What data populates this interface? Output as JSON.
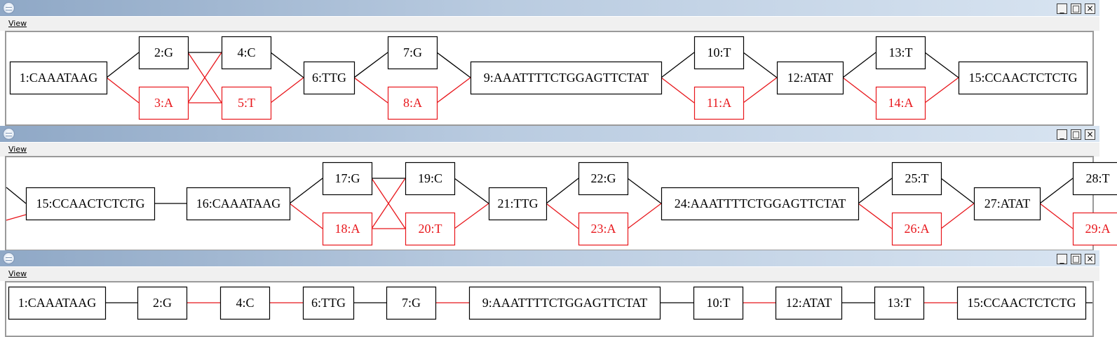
{
  "colors": {
    "black": "#000000",
    "red": "#e8161b"
  },
  "windows": [
    {
      "menu_label": "View",
      "min_symbol": "_",
      "max_symbol": "□",
      "close_symbol": "×",
      "nodes": [
        {
          "id": "n1",
          "label": "1:CAAATAAG",
          "color": "black"
        },
        {
          "id": "n2",
          "label": "2:G",
          "color": "black"
        },
        {
          "id": "n3",
          "label": "3:A",
          "color": "red"
        },
        {
          "id": "n4",
          "label": "4:C",
          "color": "black"
        },
        {
          "id": "n5",
          "label": "5:T",
          "color": "red"
        },
        {
          "id": "n6",
          "label": "6:TTG",
          "color": "black"
        },
        {
          "id": "n7",
          "label": "7:G",
          "color": "black"
        },
        {
          "id": "n8",
          "label": "8:A",
          "color": "red"
        },
        {
          "id": "n9",
          "label": "9:AAATTTTCTGGAGTTCTAT",
          "color": "black"
        },
        {
          "id": "n10",
          "label": "10:T",
          "color": "black"
        },
        {
          "id": "n11",
          "label": "11:A",
          "color": "red"
        },
        {
          "id": "n12",
          "label": "12:ATAT",
          "color": "black"
        },
        {
          "id": "n13",
          "label": "13:T",
          "color": "black"
        },
        {
          "id": "n14",
          "label": "14:A",
          "color": "red"
        },
        {
          "id": "n15",
          "label": "15:CCAACTCTCTG",
          "color": "black"
        }
      ],
      "edges": [
        {
          "from": "n1",
          "to": "n2",
          "color": "black"
        },
        {
          "from": "n1",
          "to": "n3",
          "color": "red"
        },
        {
          "from": "n2",
          "to": "n4",
          "color": "black"
        },
        {
          "from": "n2",
          "to": "n5",
          "color": "red"
        },
        {
          "from": "n3",
          "to": "n4",
          "color": "red"
        },
        {
          "from": "n3",
          "to": "n5",
          "color": "red"
        },
        {
          "from": "n4",
          "to": "n6",
          "color": "black"
        },
        {
          "from": "n5",
          "to": "n6",
          "color": "red"
        },
        {
          "from": "n6",
          "to": "n7",
          "color": "black"
        },
        {
          "from": "n6",
          "to": "n8",
          "color": "red"
        },
        {
          "from": "n7",
          "to": "n9",
          "color": "black"
        },
        {
          "from": "n8",
          "to": "n9",
          "color": "red"
        },
        {
          "from": "n9",
          "to": "n10",
          "color": "black"
        },
        {
          "from": "n9",
          "to": "n11",
          "color": "red"
        },
        {
          "from": "n10",
          "to": "n12",
          "color": "black"
        },
        {
          "from": "n11",
          "to": "n12",
          "color": "red"
        },
        {
          "from": "n12",
          "to": "n13",
          "color": "black"
        },
        {
          "from": "n12",
          "to": "n14",
          "color": "red"
        },
        {
          "from": "n13",
          "to": "n15",
          "color": "black"
        },
        {
          "from": "n14",
          "to": "n15",
          "color": "red"
        }
      ]
    },
    {
      "menu_label": "View",
      "min_symbol": "_",
      "max_symbol": "□",
      "close_symbol": "×",
      "nodes": [
        {
          "id": "m15",
          "label": "15:CCAACTCTCTG",
          "color": "black"
        },
        {
          "id": "m16",
          "label": "16:CAAATAAG",
          "color": "black"
        },
        {
          "id": "m17",
          "label": "17:G",
          "color": "black"
        },
        {
          "id": "m18",
          "label": "18:A",
          "color": "red"
        },
        {
          "id": "m19",
          "label": "19:C",
          "color": "black"
        },
        {
          "id": "m20",
          "label": "20:T",
          "color": "red"
        },
        {
          "id": "m21",
          "label": "21:TTG",
          "color": "black"
        },
        {
          "id": "m22",
          "label": "22:G",
          "color": "black"
        },
        {
          "id": "m23",
          "label": "23:A",
          "color": "red"
        },
        {
          "id": "m24",
          "label": "24:AAATTTTCTGGAGTTCTAT",
          "color": "black"
        },
        {
          "id": "m25",
          "label": "25:T",
          "color": "black"
        },
        {
          "id": "m26",
          "label": "26:A",
          "color": "red"
        },
        {
          "id": "m27",
          "label": "27:ATAT",
          "color": "black"
        },
        {
          "id": "m28",
          "label": "28:T",
          "color": "black"
        },
        {
          "id": "m29",
          "label": "29:A",
          "color": "red"
        }
      ],
      "edges": [
        {
          "from": "m15",
          "to": "m16",
          "color": "black"
        },
        {
          "from": "m16",
          "to": "m17",
          "color": "black"
        },
        {
          "from": "m16",
          "to": "m18",
          "color": "red"
        },
        {
          "from": "m17",
          "to": "m19",
          "color": "black"
        },
        {
          "from": "m17",
          "to": "m20",
          "color": "red"
        },
        {
          "from": "m18",
          "to": "m19",
          "color": "red"
        },
        {
          "from": "m18",
          "to": "m20",
          "color": "red"
        },
        {
          "from": "m19",
          "to": "m21",
          "color": "black"
        },
        {
          "from": "m20",
          "to": "m21",
          "color": "red"
        },
        {
          "from": "m21",
          "to": "m22",
          "color": "black"
        },
        {
          "from": "m21",
          "to": "m23",
          "color": "red"
        },
        {
          "from": "m22",
          "to": "m24",
          "color": "black"
        },
        {
          "from": "m23",
          "to": "m24",
          "color": "red"
        },
        {
          "from": "m24",
          "to": "m25",
          "color": "black"
        },
        {
          "from": "m24",
          "to": "m26",
          "color": "red"
        },
        {
          "from": "m25",
          "to": "m27",
          "color": "black"
        },
        {
          "from": "m26",
          "to": "m27",
          "color": "red"
        },
        {
          "from": "m27",
          "to": "m28",
          "color": "black"
        },
        {
          "from": "m27",
          "to": "m29",
          "color": "red"
        }
      ]
    },
    {
      "menu_label": "View",
      "min_symbol": "_",
      "max_symbol": "□",
      "close_symbol": "×",
      "nodes": [
        {
          "id": "p1",
          "label": "1:CAAATAAG",
          "color": "black"
        },
        {
          "id": "p2",
          "label": "2:G",
          "color": "black"
        },
        {
          "id": "p4",
          "label": "4:C",
          "color": "black"
        },
        {
          "id": "p6",
          "label": "6:TTG",
          "color": "black"
        },
        {
          "id": "p7",
          "label": "7:G",
          "color": "black"
        },
        {
          "id": "p9",
          "label": "9:AAATTTTCTGGAGTTCTAT",
          "color": "black"
        },
        {
          "id": "p10",
          "label": "10:T",
          "color": "black"
        },
        {
          "id": "p12",
          "label": "12:ATAT",
          "color": "black"
        },
        {
          "id": "p13",
          "label": "13:T",
          "color": "black"
        },
        {
          "id": "p15",
          "label": "15:CCAACTCTCTG",
          "color": "black"
        }
      ],
      "edges": [
        {
          "from": "p1",
          "to": "p2",
          "color": "black"
        },
        {
          "from": "p2",
          "to": "p4",
          "color": "red"
        },
        {
          "from": "p4",
          "to": "p6",
          "color": "red"
        },
        {
          "from": "p6",
          "to": "p7",
          "color": "black"
        },
        {
          "from": "p7",
          "to": "p9",
          "color": "red"
        },
        {
          "from": "p9",
          "to": "p10",
          "color": "black"
        },
        {
          "from": "p10",
          "to": "p12",
          "color": "red"
        },
        {
          "from": "p12",
          "to": "p13",
          "color": "black"
        },
        {
          "from": "p13",
          "to": "p15",
          "color": "red"
        }
      ]
    }
  ]
}
